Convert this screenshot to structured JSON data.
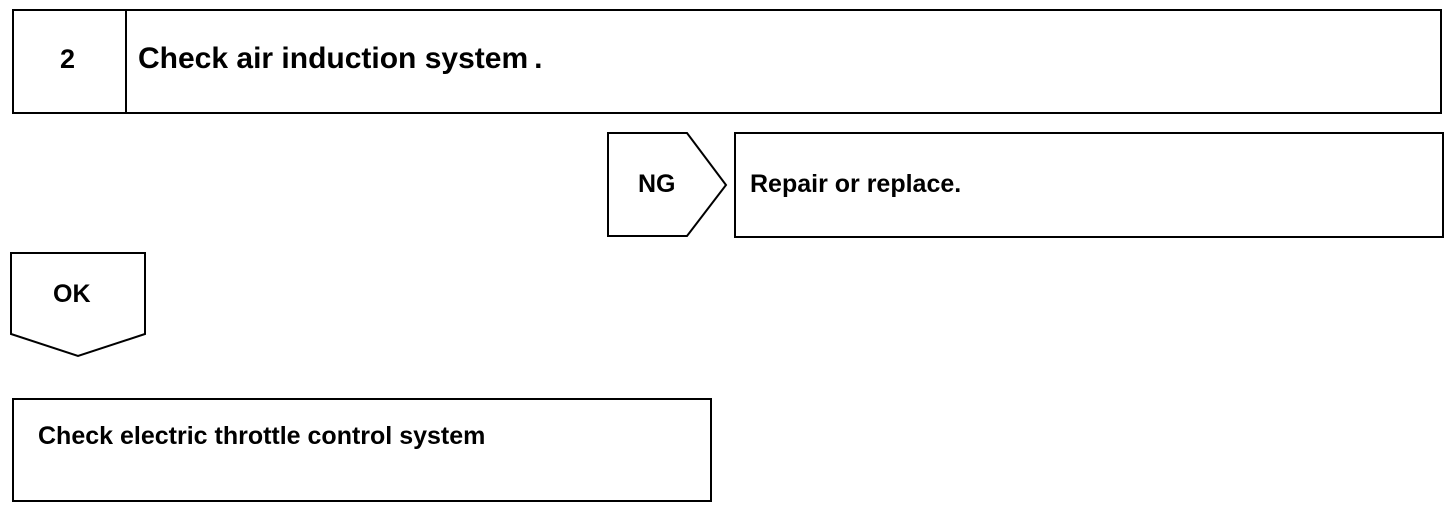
{
  "step": {
    "number": "2",
    "title": "Check air induction system",
    "title_period": "."
  },
  "ng_branch": {
    "label": "NG",
    "action": "Repair or replace."
  },
  "ok_branch": {
    "label": "OK"
  },
  "next_step": {
    "text": "Check electric throttle control system"
  }
}
